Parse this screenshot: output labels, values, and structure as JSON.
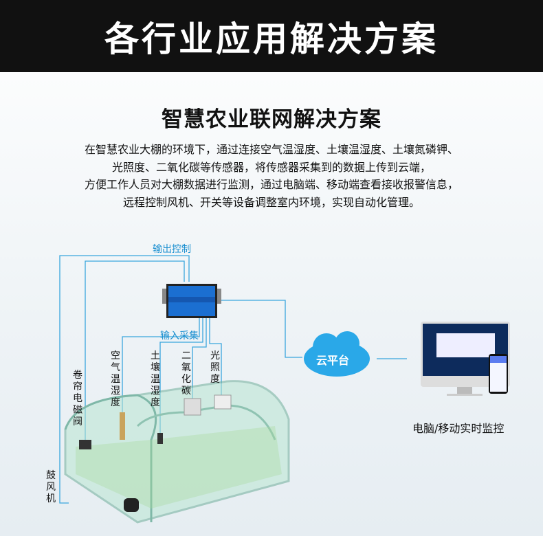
{
  "header": {
    "title": "各行业应用解决方案"
  },
  "section": {
    "title": "智慧农业联网解决方案",
    "description": [
      "在智慧农业大棚的环境下，通过连接空气温湿度、土壤温湿度、土壤氮磷钾、",
      "光照度、二氧化碳等传感器，将传感器采集到的数据上传到云端，",
      "方便工作人员对大棚数据进行监测，通过电脑端、移动端查看接收报警信息，",
      "远程控制风机、开关等设备调整室内环境，实现自动化管理。"
    ]
  },
  "diagram": {
    "output_label": "输出控制",
    "input_label": "输入采集",
    "sensors": [
      "空气温湿度",
      "土壤温湿度",
      "二氧化碳",
      "光照度"
    ],
    "actuators": [
      "卷帘电磁阀",
      "鼓风机"
    ],
    "cloud": "云平台",
    "monitor_caption": "电脑/移动实时监控",
    "line_color": "#3aa6dd",
    "device_color": "#1b6fd1"
  }
}
